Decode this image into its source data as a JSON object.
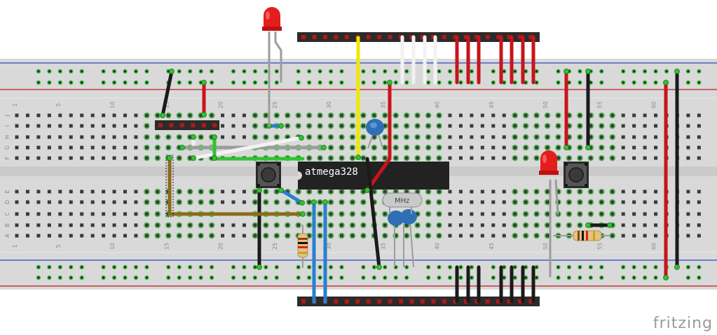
{
  "breadboard": {
    "column_numbers": [
      "1",
      "5",
      "10",
      "15",
      "20",
      "25",
      "30",
      "35",
      "40",
      "45",
      "50",
      "55",
      "60"
    ],
    "row_letters_top": [
      "J",
      "I",
      "H",
      "G",
      "F"
    ],
    "row_letters_bottom": [
      "E",
      "D",
      "C",
      "B",
      "A"
    ]
  },
  "chip": {
    "label": "atmega328"
  },
  "crystal": {
    "label": "MHz"
  },
  "brand": {
    "text": "fritzing"
  },
  "colors": {
    "board": "#d9d9d9",
    "rail_blue": "#4a5fc9",
    "rail_red": "#c23b3b",
    "header": "#2b2b2b",
    "chip": "#222222",
    "wire_red": "#c8141a",
    "wire_black": "#1a1a1a",
    "wire_white": "#f2f2f2",
    "wire_yellow": "#f0e800",
    "wire_green": "#2fc42f",
    "wire_blue": "#2a7fd0",
    "wire_brown": "#8a6a1c",
    "led_red": "#e41d1d",
    "capacitor": "#2f6fb6"
  }
}
